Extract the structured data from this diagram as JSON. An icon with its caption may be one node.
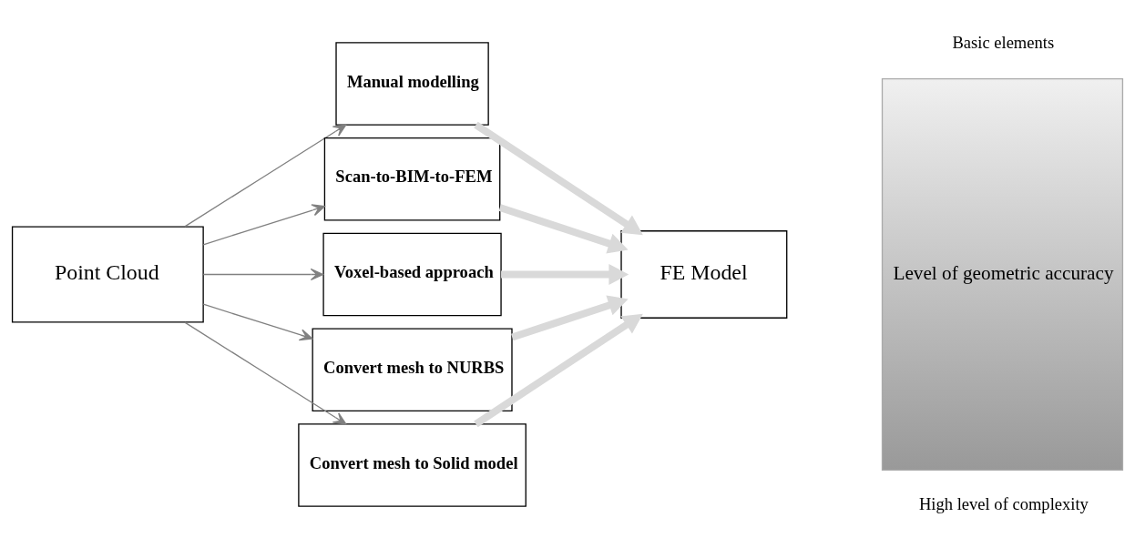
{
  "diagram": {
    "nodes": [
      {
        "text": [
          "Point Cloud"
        ]
      },
      {
        "text": [
          "Manual modelling"
        ]
      },
      {
        "text": [
          "Scan-to-BIM-to-FEM"
        ]
      },
      {
        "text": [
          "Voxel-based approach"
        ]
      },
      {
        "text": [
          "Convert mesh to NURBS"
        ]
      },
      {
        "text": [
          "Convert mesh to Solid model"
        ]
      },
      {
        "text": [
          "FE Model"
        ]
      },
      {
        "text": [
          "Level of geometric accuracy"
        ]
      }
    ],
    "edges": [
      {
        "from": 0,
        "to": 1,
        "arrow": "to"
      },
      {
        "from": 0,
        "to": 2,
        "arrow": "to"
      },
      {
        "from": 0,
        "to": 3,
        "arrow": "to"
      },
      {
        "from": 0,
        "to": 4,
        "arrow": "to"
      },
      {
        "from": 0,
        "to": 5,
        "arrow": "to"
      },
      {
        "from": 1,
        "to": 6,
        "arrow": "to",
        "style": "thick",
        "color": "#d9d9d9"
      },
      {
        "from": 2,
        "to": 6,
        "arrow": "to",
        "style": "thick",
        "color": "#d9d9d9"
      },
      {
        "from": 3,
        "to": 6,
        "arrow": "to",
        "style": "thick",
        "color": "#d9d9d9"
      },
      {
        "from": 4,
        "to": 6,
        "arrow": "to",
        "style": "thick",
        "color": "#d9d9d9"
      },
      {
        "from": 5,
        "to": 6,
        "arrow": "to",
        "style": "thick",
        "color": "#d9d9d9"
      }
    ],
    "labels": [
      "Basic elements",
      "High level of complexity"
    ]
  }
}
